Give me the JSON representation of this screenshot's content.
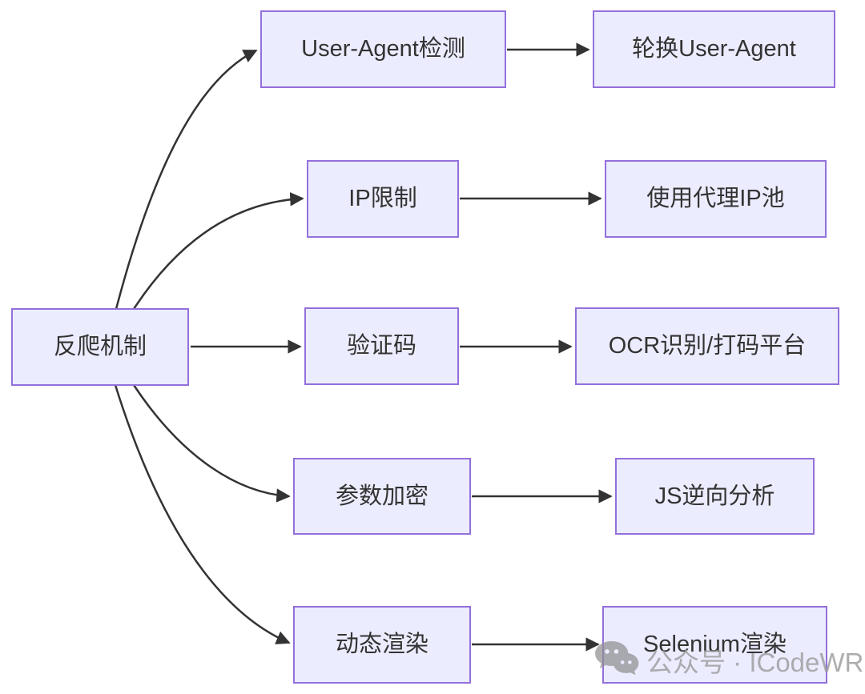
{
  "diagram": {
    "root_label": "反爬机制",
    "rows": [
      {
        "mechanism": "User-Agent检测",
        "solution": "轮换User-Agent"
      },
      {
        "mechanism": "IP限制",
        "solution": "使用代理IP池"
      },
      {
        "mechanism": "验证码",
        "solution": "OCR识别/打码平台"
      },
      {
        "mechanism": "参数加密",
        "solution": "JS逆向分析"
      },
      {
        "mechanism": "动态渲染",
        "solution": "Selenium渲染"
      }
    ],
    "colors": {
      "node_fill": "#ECECFF",
      "node_border": "#9370DB",
      "edge": "#333333",
      "text": "#333333"
    }
  },
  "watermark": {
    "icon": "wechat-icon",
    "text": "公众号 · ICodeWR"
  }
}
